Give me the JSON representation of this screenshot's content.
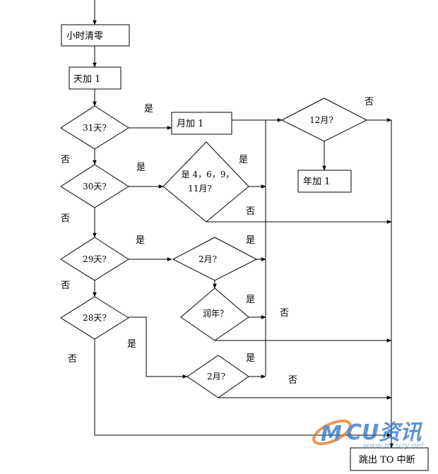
{
  "nodes": {
    "clear_hour": "小时清零",
    "day_inc": "天加 1",
    "d31": "31天?",
    "month_inc": "月加 1",
    "m12": "12月?",
    "year_inc": "年加 1",
    "d30": "30天?",
    "m4691_line1": "是 4，6，9，",
    "m4691_line2": "11月?",
    "d29": "29天?",
    "feb_a": "2月?",
    "leap": "润年？",
    "d28": "28天?",
    "feb_b": "2月?",
    "exit": "跳出 TO 中断"
  },
  "edge_labels": {
    "yes": "是",
    "no": "否"
  },
  "watermark": {
    "brand": "CU资讯",
    "url": "www.mcuzy.net",
    "color_primary": "#2a6fc4",
    "color_accent": "#e8741c"
  },
  "colors": {
    "line": "#000000",
    "background": "#ffffff"
  }
}
